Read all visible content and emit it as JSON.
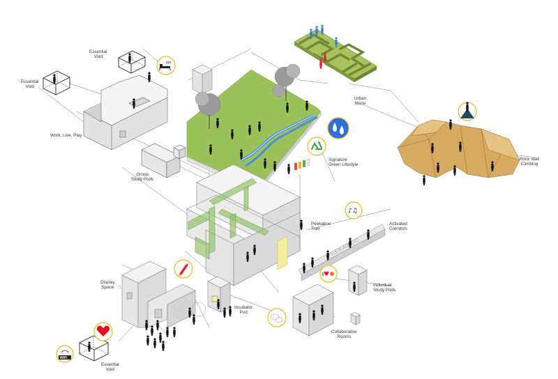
{
  "labels": {
    "essential_void_top": "Essential\nVoid",
    "essential_void_left": "Essential\nVoid",
    "work_live_play": "Work, Live, Play",
    "group_study_pods": "Group\nStudy Pods",
    "urban_maze": "Urban\nMaze",
    "signature_green_lifestyle": "Signature\nGreen Lifestyle",
    "rock_wall_climbing": "Rock Wall\nClimbing",
    "peekaboo_trail": "Peekaboo\nTrail",
    "activated_corridors": "Activated\nCorridors",
    "display_space": "Display\nSpace",
    "incubator_pod": "Incubator\nPod",
    "individual_study_pods": "Individual\nStudy Pods",
    "collaborative_rooms": "Collaborative\nRooms",
    "essential_void_bottom": "Essential\nVoid"
  },
  "icons": {
    "sleep_text": "zzz",
    "wifi_text": "WiFi",
    "love_text": "I",
    "music_text": "♪♫"
  },
  "colors": {
    "icon_ring": "#f3b51c",
    "green_roof": "#9bc25a",
    "green_glass": "#8fbf63",
    "rock": "#d8ac62",
    "maze": "#8aa448",
    "water": "#2f6fd6",
    "recycle": "#3aa645",
    "heart": "#e0151a",
    "rocket": "#d9342b",
    "yellow_pod": "#f2ee9b",
    "figure": "#111111",
    "line": "#555555"
  }
}
